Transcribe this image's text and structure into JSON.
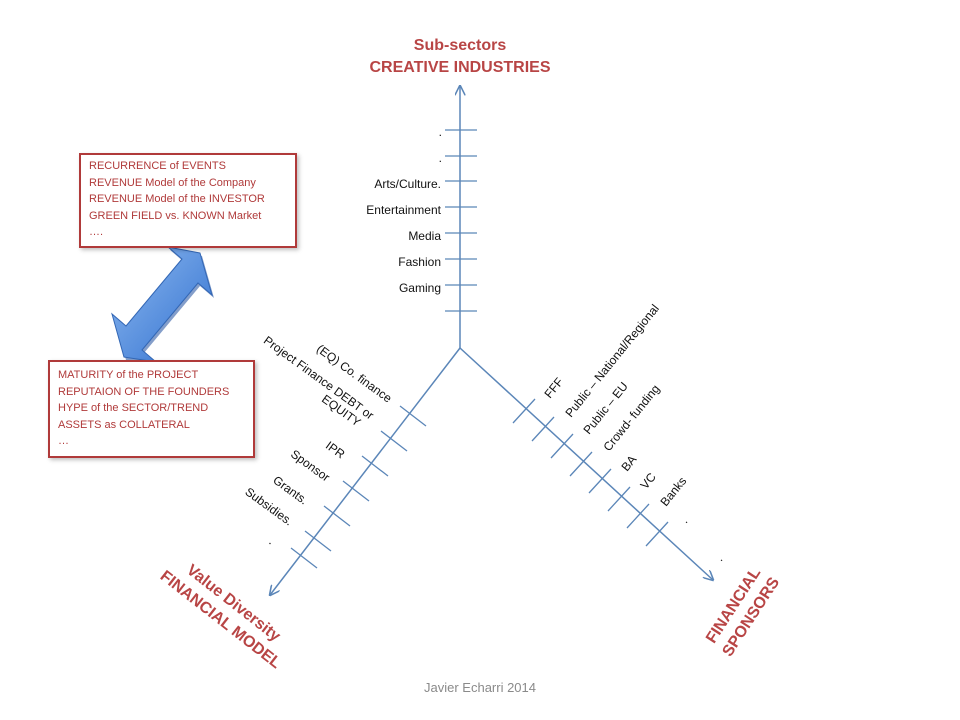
{
  "vertical_axis": {
    "title_line1": "Sub-sectors",
    "title_line2": "CREATIVE INDUSTRIES",
    "labels": [
      ".",
      ".",
      "Arts/Culture.",
      "Entertainment",
      "Media",
      "Fashion",
      "Gaming"
    ]
  },
  "left_axis": {
    "title_line1": "Value Diversity",
    "title_line2": "FINANCIAL MODEL",
    "labels": [
      "(EQ) Co. finance",
      "Project Finance DEBT or",
      "EQUITY",
      "IPR",
      "Sponsor",
      "Grants.",
      "Subsidies.",
      "."
    ]
  },
  "right_axis": {
    "title_line1": "FINANCIAL",
    "title_line2": "SPONSORS",
    "labels": [
      "FFF",
      "Public – National/Regional",
      "Public – EU",
      "Crowd- funding",
      "BA",
      "VC",
      "Banks",
      ".",
      "."
    ]
  },
  "box_top": {
    "lines": [
      "RECURRENCE of EVENTS",
      "REVENUE Model of the Company",
      "REVENUE Model of the INVESTOR",
      "GREEN FIELD vs. KNOWN Market",
      "…."
    ]
  },
  "box_bottom": {
    "lines": [
      "MATURITY of the PROJECT",
      "REPUTAION OF THE FOUNDERS",
      "HYPE of the SECTOR/TREND",
      "ASSETS as COLLATERAL",
      "…"
    ]
  },
  "footer": "Javier Echarri 2014",
  "colors": {
    "axis": "#5b86b8",
    "title": "#b84545",
    "arrow": "#3f7fd4",
    "box_border": "#b03a3a"
  }
}
